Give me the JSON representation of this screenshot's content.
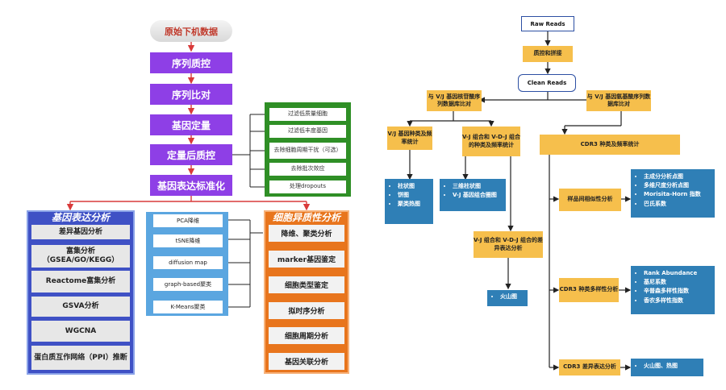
{
  "left": {
    "start": "原始下机数据",
    "steps": [
      "序列质控",
      "序列比对",
      "基因定量",
      "定量后质控",
      "基因表达标准化"
    ],
    "qc_items": [
      "过滤低质量细胞",
      "过滤低丰度基因",
      "去除细胞周期干扰（可选）",
      "去除批次效应",
      "处理dropouts"
    ],
    "expression_panel": {
      "title": "基因表达分析",
      "items": [
        "差异基因分析",
        "富集分析（GSEA/GO/KEGG）",
        "Reactome富集分析",
        "GSVA分析",
        "WGCNA",
        "蛋白质互作网络（PPI）推断"
      ]
    },
    "reduction_items": [
      "PCA降维",
      "tSNE降维",
      "diffusion map",
      "graph-based聚类",
      "K-Means聚类"
    ],
    "heterogeneity_panel": {
      "title": "细胞异质性分析",
      "items": [
        "降维、聚类分析",
        "marker基因鉴定",
        "细胞类型鉴定",
        "拟时序分析",
        "细胞周期分析",
        "基因关联分析"
      ]
    }
  },
  "right": {
    "raw": "Raw    Reads",
    "qc": "质控和拼接",
    "clean": "Clean Reads",
    "align_nt": "与 V/J 基因核苷酸序列数据库比对",
    "align_aa": "与 V/J 基因氨基酸序列数据库比对",
    "vj_type": "V/J 基因种类及频率统计",
    "vj_combo": "V-J 组合和 V-D-J 组合的种类及频率统计",
    "cdr3_type": "CDR3 种类及频率统计",
    "vj_type_list": [
      "柱状图",
      "饼图",
      "聚类热图"
    ],
    "vj_combo_list": [
      "三维柱状图",
      "V-J 基因组合圈图"
    ],
    "diff_combo": "V-J 组合和 V-D-J 组合的差异表达分析",
    "volcano_list": [
      "火山图"
    ],
    "similarity": "样品间相似性分析",
    "similarity_list": [
      "主成分分析点图",
      "多维尺度分析点图",
      "Morisita-Horn 指数",
      "巴氏系数"
    ],
    "diversity": "CDR3 种类多样性分析",
    "diversity_list": [
      "Rank Abundance",
      "基尼系数",
      "辛普森多样性指数",
      "香农多样性指数"
    ],
    "cdr3_diff": "CDR3 差异表达分析",
    "cdr3_diff_list": [
      "火山图、热图"
    ]
  }
}
